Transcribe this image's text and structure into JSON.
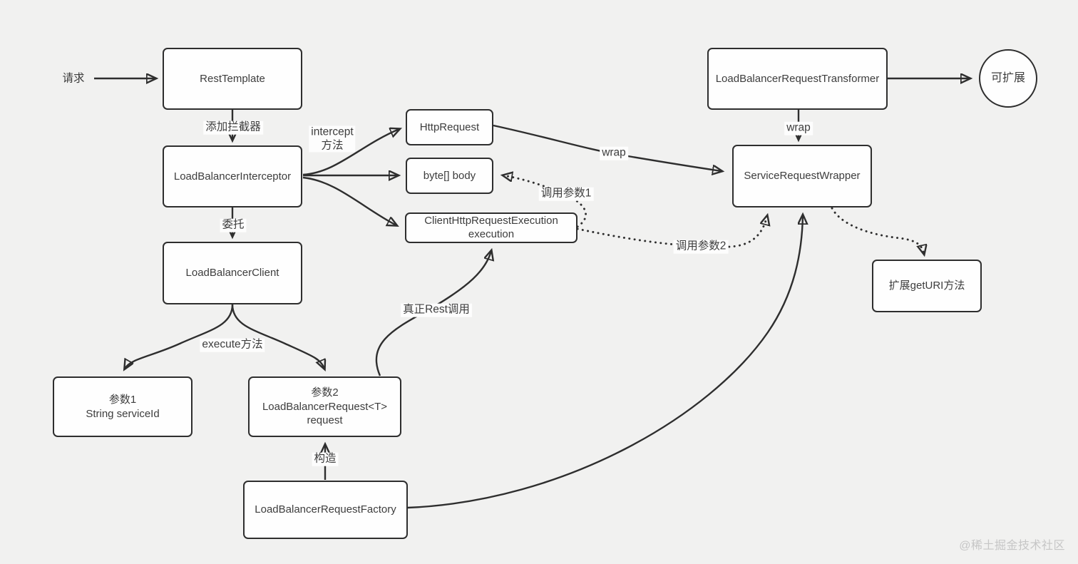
{
  "colors": {
    "background": "#f1f1f0",
    "node_fill": "#fefefe",
    "stroke": "#2e2e2e",
    "text": "#3d3d3d",
    "watermark": "#c6c6c6"
  },
  "nodes": {
    "rest_template": {
      "label": "RestTemplate"
    },
    "interceptor": {
      "label": "LoadBalancerInterceptor"
    },
    "client": {
      "label": "LoadBalancerClient"
    },
    "http_request": {
      "label": "HttpRequest"
    },
    "byte_body": {
      "label": "byte[] body"
    },
    "execution": {
      "line1": "ClientHttpRequestExecution",
      "line2": "execution"
    },
    "param1": {
      "line1": "参数1",
      "line2": "String serviceId"
    },
    "param2": {
      "line1": "参数2",
      "line2": "LoadBalancerRequest<T>",
      "line3": "request"
    },
    "factory": {
      "label": "LoadBalancerRequestFactory"
    },
    "transformer": {
      "label": "LoadBalancerRequestTransformer"
    },
    "wrapper": {
      "label": "ServiceRequestWrapper"
    },
    "get_uri": {
      "label": "扩展getURI方法"
    },
    "extensible": {
      "label": "可扩展"
    }
  },
  "edge_labels": {
    "request": "请求",
    "add_interceptor": "添加拦截器",
    "intercept_line1": "intercept",
    "intercept_line2": "方法",
    "delegate": "委托",
    "execute_method": "execute方法",
    "construct": "构造",
    "wrap_top": "wrap",
    "wrap_mid": "wrap",
    "call_param1": "调用参数1",
    "call_param2": "调用参数2",
    "real_rest_call": "真正Rest调用"
  },
  "watermark": "@稀土掘金技术社区"
}
